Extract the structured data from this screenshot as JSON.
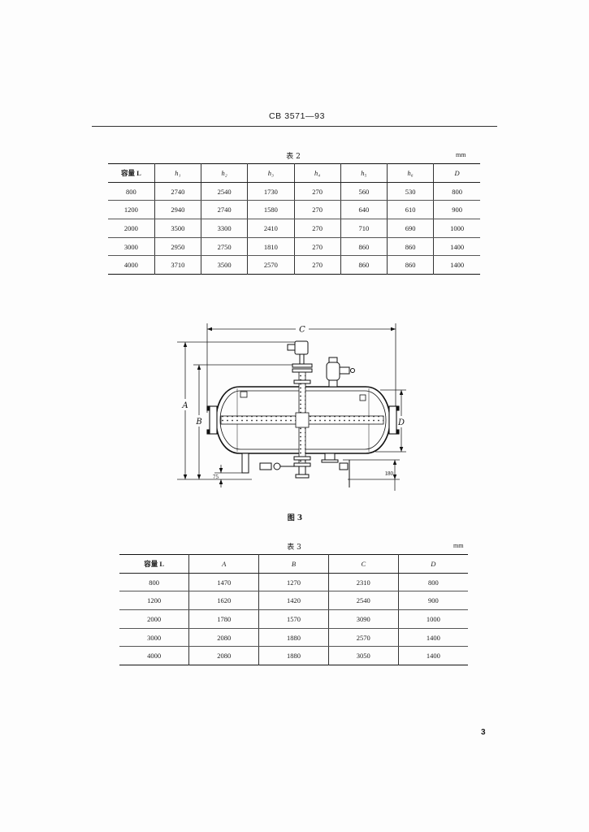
{
  "header": {
    "doc_number": "CB 3571—93"
  },
  "table2": {
    "caption": "表 2",
    "unit": "mm",
    "columns": [
      "容量 L",
      "h₁",
      "h₂",
      "h₃",
      "h₄",
      "h₅",
      "h₆",
      "D"
    ],
    "rows": [
      [
        "800",
        "2740",
        "2540",
        "1730",
        "270",
        "560",
        "530",
        "800"
      ],
      [
        "1200",
        "2940",
        "2740",
        "1580",
        "270",
        "640",
        "610",
        "900"
      ],
      [
        "2000",
        "3500",
        "3300",
        "2410",
        "270",
        "710",
        "690",
        "1000"
      ],
      [
        "3000",
        "2950",
        "2750",
        "1810",
        "270",
        "860",
        "860",
        "1400"
      ],
      [
        "4000",
        "3710",
        "3500",
        "2570",
        "270",
        "860",
        "860",
        "1400"
      ]
    ]
  },
  "figure3": {
    "caption": "图 3",
    "dimension_labels": {
      "A": "A",
      "B": "B",
      "C": "C",
      "D": "D",
      "d75": "75",
      "d180": "180"
    }
  },
  "table3": {
    "caption": "表 3",
    "unit": "mm",
    "columns": [
      "容量 L",
      "A",
      "B",
      "C",
      "D"
    ],
    "rows": [
      [
        "800",
        "1470",
        "1270",
        "2310",
        "800"
      ],
      [
        "1200",
        "1620",
        "1420",
        "2540",
        "900"
      ],
      [
        "2000",
        "1780",
        "1570",
        "3090",
        "1000"
      ],
      [
        "3000",
        "2080",
        "1880",
        "2570",
        "1400"
      ],
      [
        "4000",
        "2080",
        "1880",
        "3050",
        "1400"
      ]
    ]
  },
  "page_number": "3"
}
